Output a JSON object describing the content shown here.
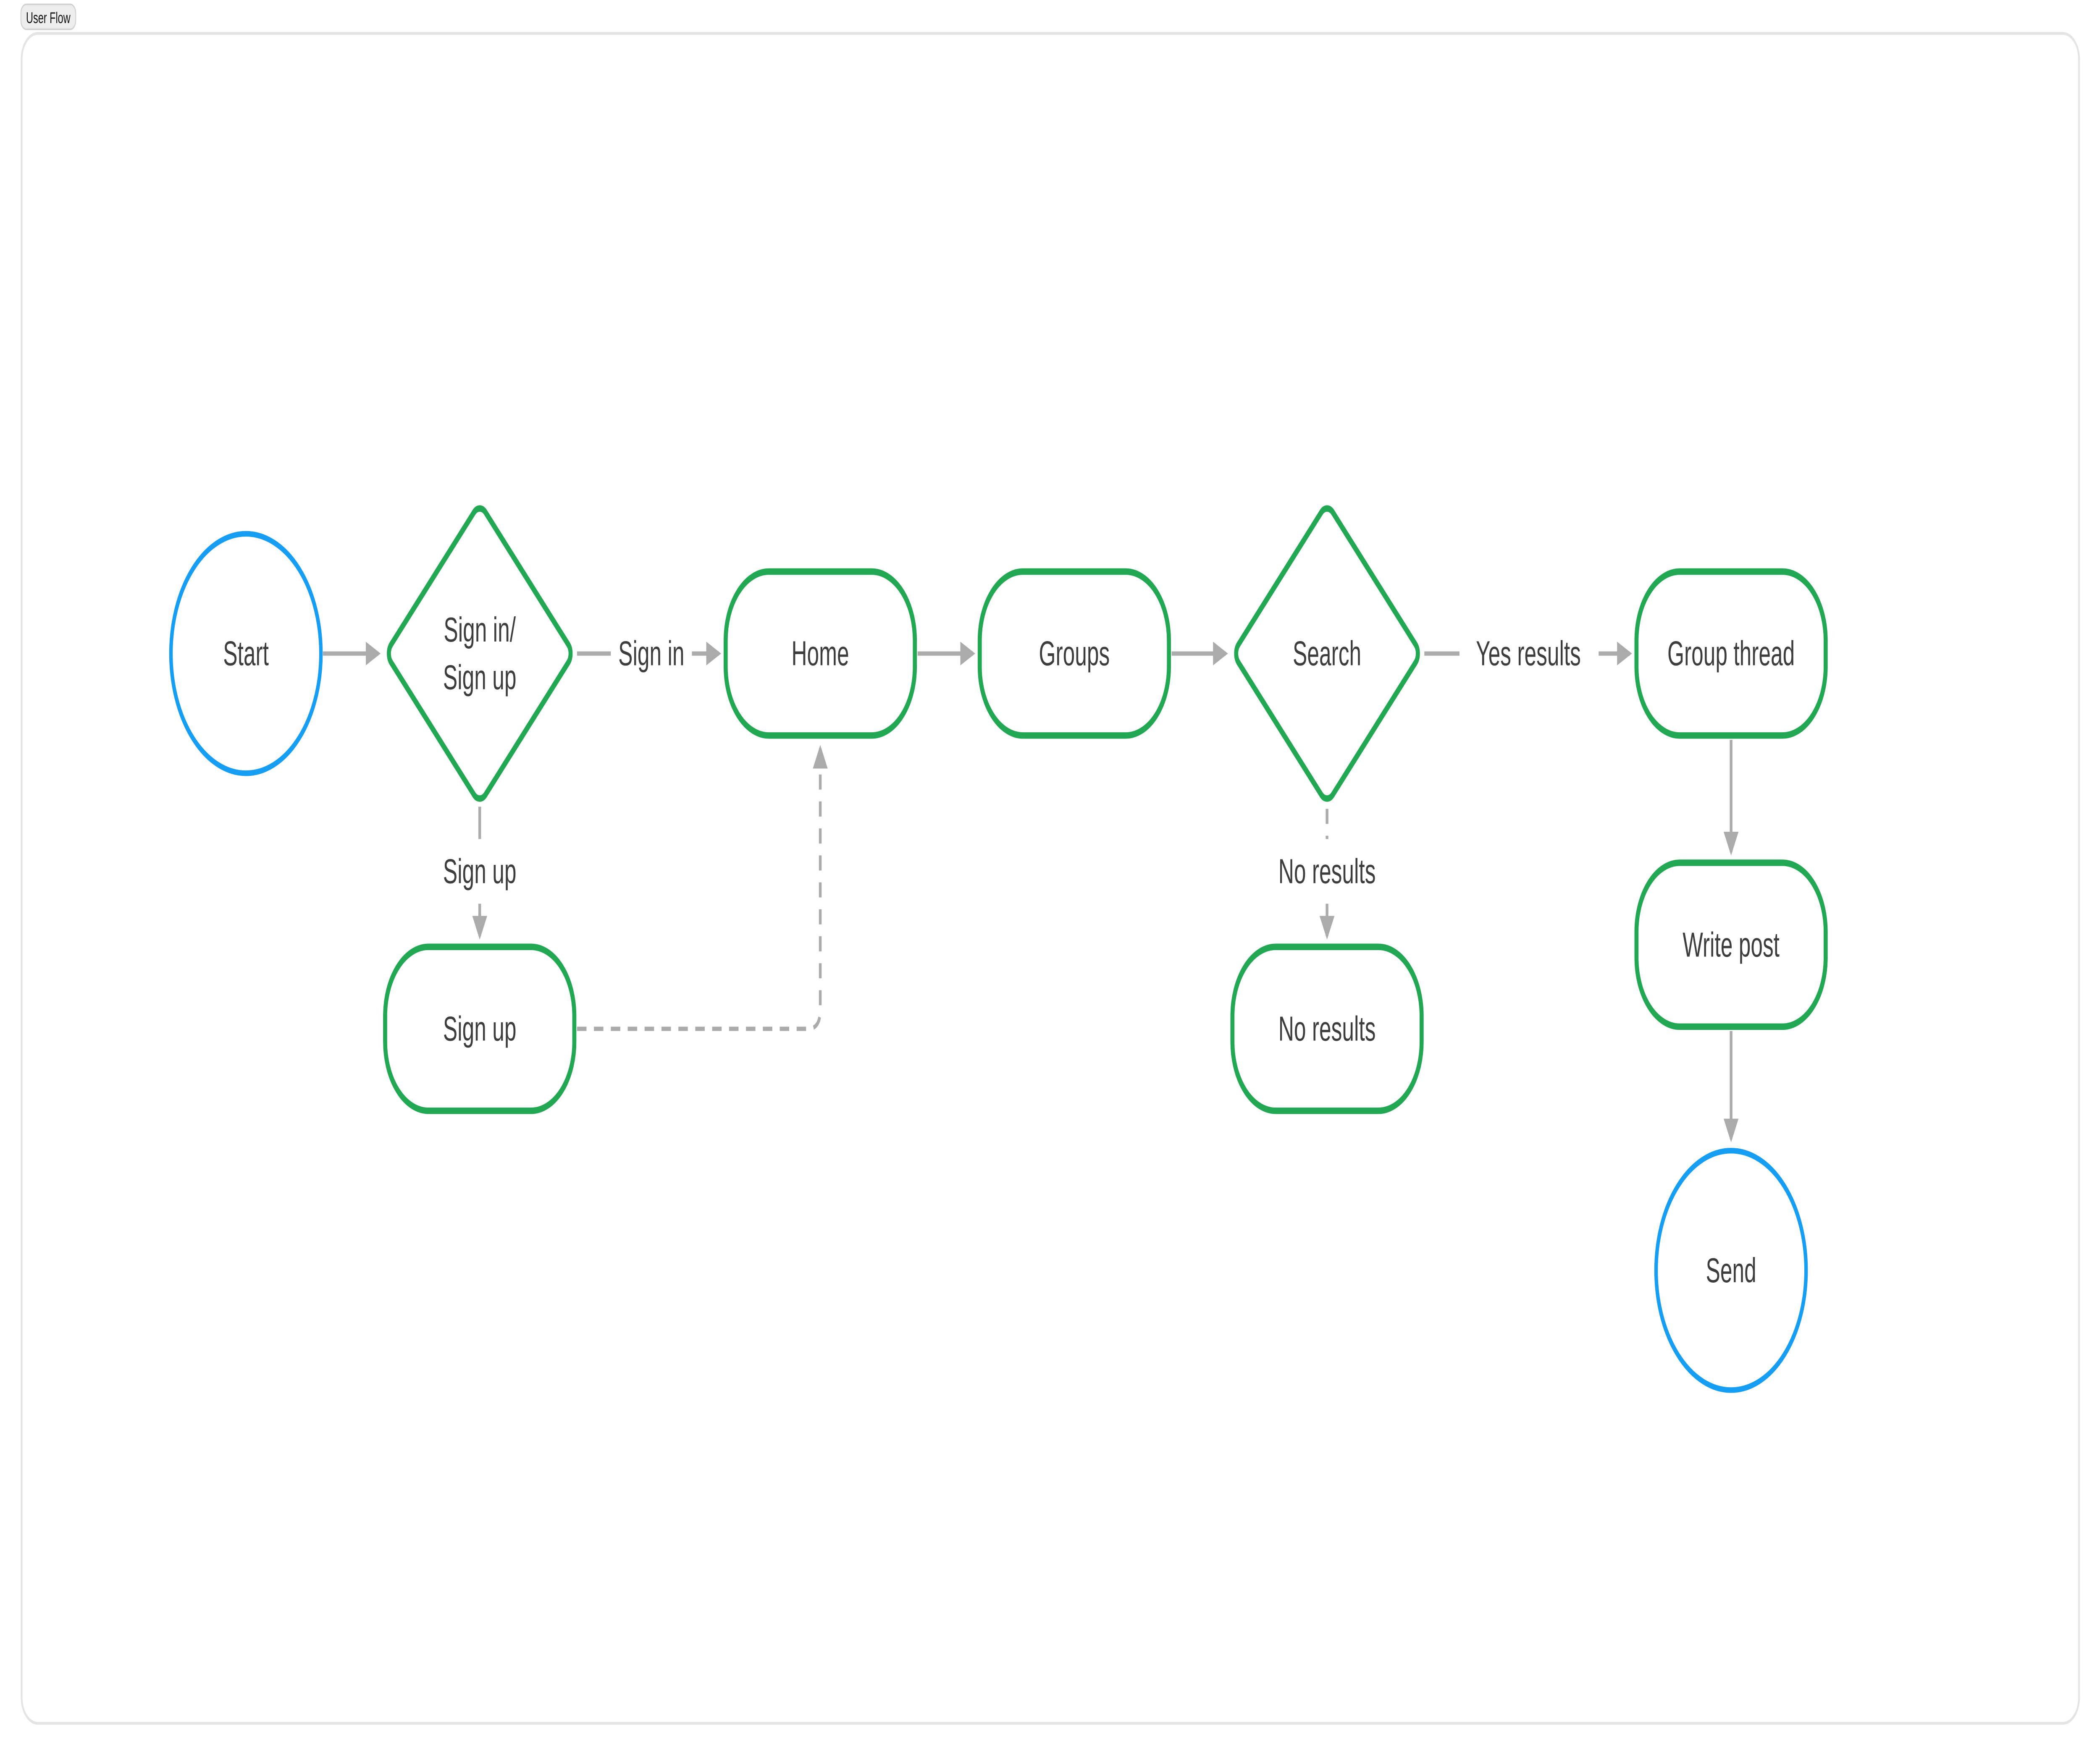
{
  "tab": {
    "label": "User Flow"
  },
  "colors": {
    "node_green": "#22A753",
    "node_blue": "#169DF4",
    "edge_gray": "#ABABAB",
    "text": "#3D3D3D",
    "canvas_border": "#E4E4E4",
    "tab_background": "#EDEDED",
    "tab_border": "#D2D2D2",
    "background": "#FFFFFF"
  },
  "diagram": {
    "nodes": [
      {
        "id": "start",
        "type": "circle",
        "label": "Start",
        "color": "blue"
      },
      {
        "id": "sign-in-or-sign-up",
        "type": "decision",
        "lines": [
          "Sign in/",
          "Sign up"
        ],
        "color": "green"
      },
      {
        "id": "home",
        "type": "process",
        "label": "Home",
        "color": "green"
      },
      {
        "id": "groups",
        "type": "process",
        "label": "Groups",
        "color": "green"
      },
      {
        "id": "search",
        "type": "decision",
        "label": "Search",
        "color": "green"
      },
      {
        "id": "group-thread",
        "type": "process",
        "label": "Group thread",
        "color": "green"
      },
      {
        "id": "sign-up",
        "type": "process",
        "label": "Sign up",
        "color": "green"
      },
      {
        "id": "no-results",
        "type": "process",
        "label": "No results",
        "color": "green"
      },
      {
        "id": "write-post",
        "type": "process",
        "label": "Write post",
        "color": "green"
      },
      {
        "id": "send",
        "type": "circle",
        "label": "Send",
        "color": "blue"
      }
    ],
    "edges": [
      {
        "from": "start",
        "to": "sign-in-or-sign-up",
        "style": "solid",
        "label": ""
      },
      {
        "from": "sign-in-or-sign-up",
        "to": "home",
        "style": "solid",
        "label": "Sign in"
      },
      {
        "from": "home",
        "to": "groups",
        "style": "solid",
        "label": ""
      },
      {
        "from": "groups",
        "to": "search",
        "style": "solid",
        "label": ""
      },
      {
        "from": "search",
        "to": "group-thread",
        "style": "solid",
        "label": "Yes results"
      },
      {
        "from": "sign-in-or-sign-up",
        "to": "sign-up",
        "style": "solid",
        "label": "Sign up"
      },
      {
        "from": "search",
        "to": "no-results",
        "style": "dashed",
        "label": "No results"
      },
      {
        "from": "sign-up",
        "to": "home",
        "style": "dashed",
        "label": ""
      },
      {
        "from": "group-thread",
        "to": "write-post",
        "style": "solid",
        "label": ""
      },
      {
        "from": "write-post",
        "to": "send",
        "style": "solid",
        "label": ""
      }
    ]
  }
}
